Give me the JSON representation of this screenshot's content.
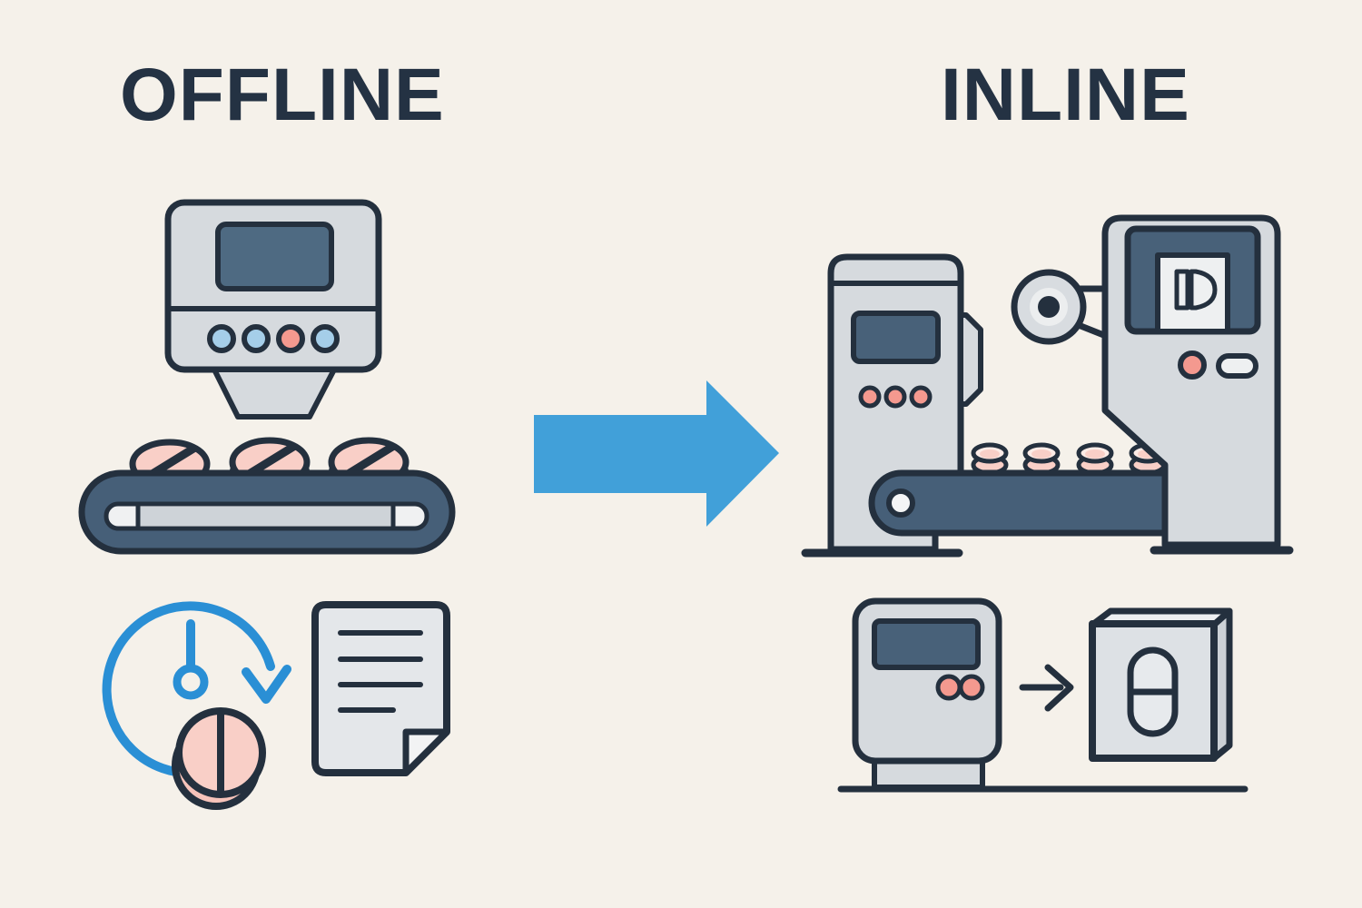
{
  "titles": {
    "left": "OFFLINE",
    "right": "INLINE"
  },
  "panels": {
    "offline": {
      "title": "OFFLINE",
      "icons": [
        "inspection-machine-icon",
        "funnel-icon",
        "conveyor-icon",
        "tablet-icon",
        "timer-icon",
        "report-document-icon"
      ]
    },
    "inline": {
      "title": "INLINE",
      "icons": [
        "inspection-unit-icon",
        "feed-roller-icon",
        "conveyor-icon",
        "mini-tablet-icon",
        "labeler-machine-icon",
        "capsule-id-glyph-icon",
        "checkweigher-machine-icon",
        "transfer-arrow-icon",
        "package-box-icon",
        "capsule-icon"
      ]
    }
  },
  "flow": {
    "arrow": "offline-to-inline"
  },
  "colors": {
    "bg": "#f5f1ea",
    "title-ink": "#243243",
    "ink": "#24303e",
    "machine": "#d6dade",
    "screen1": "#4e6a82",
    "screen2": "#486179",
    "belt": "#465f78",
    "track-light": "#f0f1f2",
    "track-mid": "#ced3d8",
    "pink": "#f9cfc7",
    "pink-deep": "#f6c3ba",
    "pink-soft": "#fdece7",
    "pink-btn": "#f4998f",
    "blue-btn": "#a5cee9",
    "arrow-blue": "#41a0d9",
    "timer-blue": "#2a8fd5",
    "doc": "#e4e7ea",
    "doc-fold": "#f2f3f4",
    "panel-white": "#eef0f1",
    "pulley-outer": "#d8dce0",
    "pulley-inner": "#eceeef",
    "box-front": "#dde1e5",
    "box-top": "#edeff1",
    "box-side": "#ccd1d6",
    "capsule-fill": "#e7eaed",
    "roller-white": "#f4f5f6"
  }
}
